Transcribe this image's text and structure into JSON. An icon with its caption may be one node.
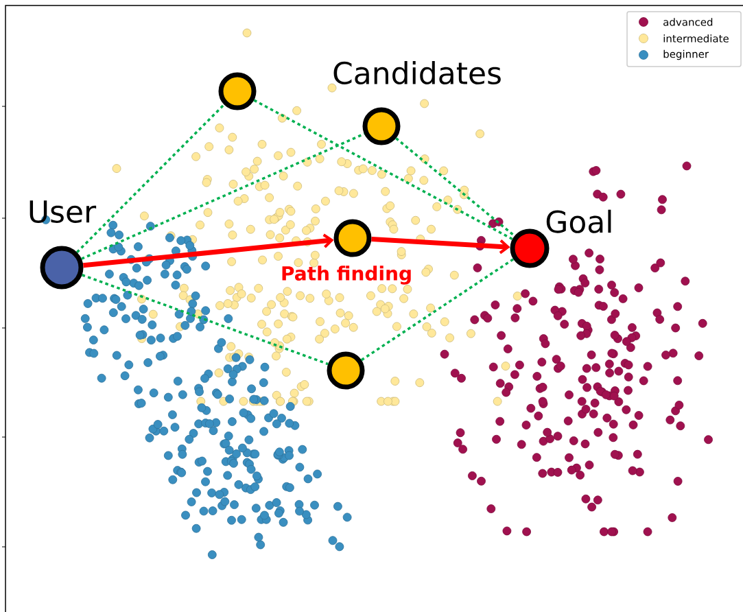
{
  "diagram": {
    "nodes": [
      {
        "text": [
          "User"
        ]
      },
      {
        "text": [],
        "shape": "circle"
      },
      {
        "text": [],
        "shape": "circle"
      },
      {
        "text": [],
        "shape": "circle"
      },
      {
        "text": [],
        "shape": "circle"
      },
      {
        "text": [
          "Goal"
        ]
      }
    ],
    "edges": [
      {
        "from": 0,
        "to": 1,
        "arrow": "none",
        "style": "dashed",
        "color": "#00b050"
      },
      {
        "from": 0,
        "to": 2,
        "arrow": "none",
        "style": "dashed",
        "color": "#00b050"
      },
      {
        "from": 0,
        "to": 4,
        "arrow": "none",
        "style": "dashed",
        "color": "#00b050"
      },
      {
        "from": 1,
        "to": 5,
        "arrow": "none",
        "style": "dashed",
        "color": "#00b050"
      },
      {
        "from": 2,
        "to": 5,
        "arrow": "none",
        "style": "dashed",
        "color": "#00b050"
      },
      {
        "from": 4,
        "to": 5,
        "arrow": "none",
        "style": "dashed",
        "color": "#00b050"
      },
      {
        "from": 0,
        "to": 3,
        "arrow": "to",
        "style": "thick",
        "color": "#ff0000"
      },
      {
        "from": 3,
        "to": 5,
        "arrow": "to",
        "style": "thick",
        "color": "#ff0000"
      }
    ],
    "labels": [
      "Candidates",
      "Path finding"
    ],
    "legend": [
      {
        "text": "advanced",
        "color": "#a0114f"
      },
      {
        "text": "intermediate",
        "color": "#ffe89a"
      },
      {
        "text": "beginner",
        "color": "#3a8fc0"
      }
    ]
  }
}
